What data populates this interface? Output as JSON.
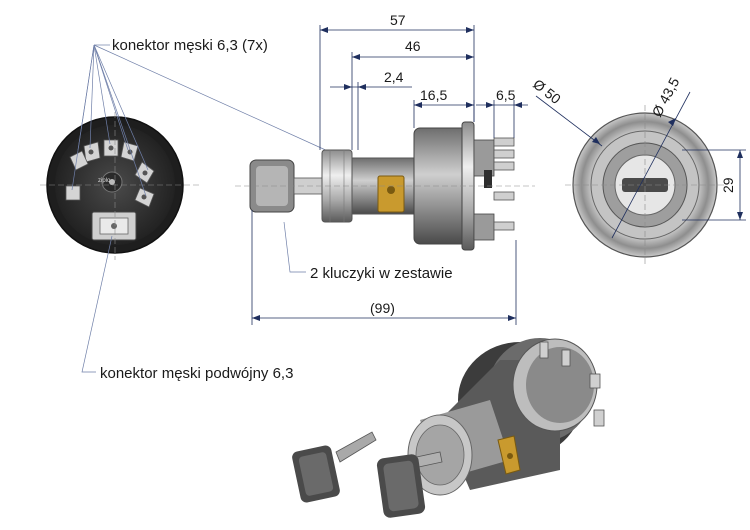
{
  "dimensions": {
    "overall_front": "57",
    "body_length": "46",
    "nut_gap": "2,4",
    "terminal_block": "16,5",
    "terminal_length": "6,5",
    "total_length": "(99)",
    "outer_diameter": "Ø 50",
    "inner_diameter": "Ø 43,5",
    "height": "29"
  },
  "labels": {
    "male_connector": "konektor męski 6,3 (7x)",
    "keys_in_set": "2 kluczyki w zestawie",
    "double_male_connector": "konektor męski podwójny 6,3"
  },
  "colors": {
    "dimension_line": "#1f2f5e",
    "switch_body": "#3f3f3f",
    "metal": "#b9b9b9",
    "brass_terminal": "#c99a2e",
    "key": "#505050"
  }
}
